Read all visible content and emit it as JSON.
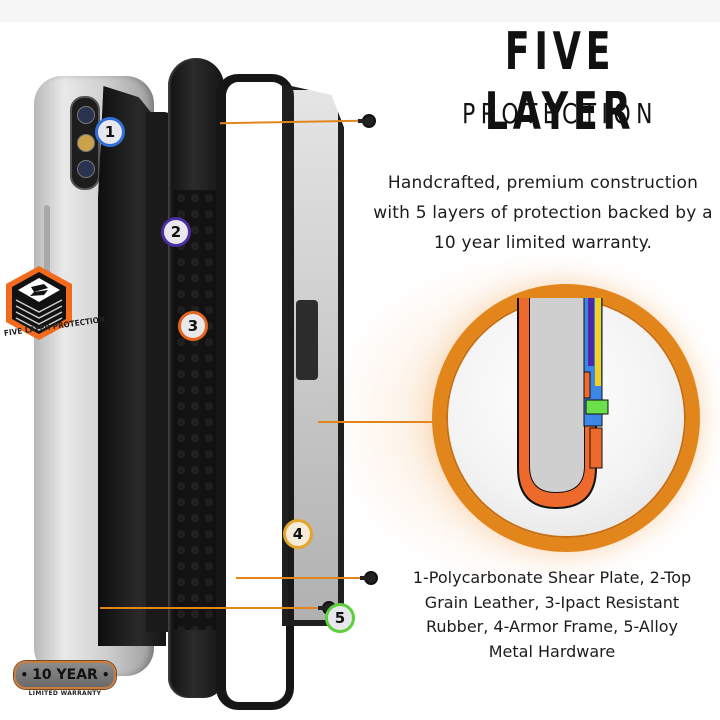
{
  "header": {
    "title": "FIVE LAYER",
    "subtitle": "PROTECTION"
  },
  "description": {
    "lines": [
      "Handcrafted, premium construction",
      "with 5 layers of protection backed by a",
      "10 year limited warranty."
    ]
  },
  "layers_caption": {
    "lines": [
      "1-Polycarbonate Shear Plate, 2-Top",
      "Grain Leather, 3-Ipact Resistant",
      "Rubber, 4-Armor Frame, 5-Alloy",
      "Metal Hardware"
    ]
  },
  "badges": [
    {
      "number": "1",
      "ring_color": "#2f6fd6"
    },
    {
      "number": "2",
      "ring_color": "#4b2ea0"
    },
    {
      "number": "3",
      "ring_color": "#e4661e"
    },
    {
      "number": "4",
      "ring_color": "#e3a52c"
    },
    {
      "number": "5",
      "ring_color": "#5cd03a"
    }
  ],
  "logo": {
    "icon": "five-layer-stack-icon",
    "label": "FIVE LAYER PROTECTION",
    "accent": "#f26a1b"
  },
  "warranty_badge": {
    "main": "10 YEAR",
    "sub": "LIMITED WARRANTY"
  },
  "colors": {
    "accent_orange": "#e2861c",
    "layer_orange": "#ee6a2c",
    "layer_blue": "#3b86e6",
    "layer_purple": "#4a28a8",
    "layer_yellow": "#f2d21e",
    "layer_green": "#6be04a"
  }
}
